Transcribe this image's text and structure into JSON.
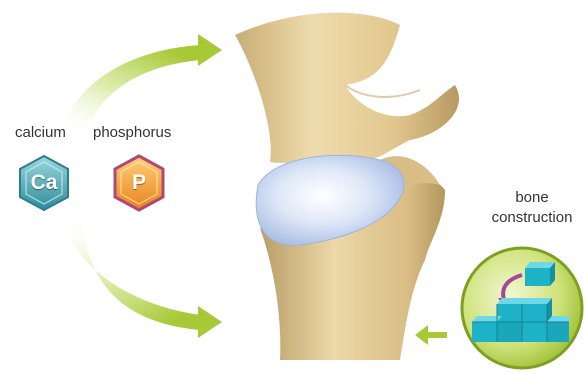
{
  "labels": {
    "calcium": "calcium",
    "phosphorus": "phosphorus",
    "bone_line1": "bone",
    "bone_line2": "construction"
  },
  "elements": {
    "calcium_symbol": "Ca",
    "phosphorus_symbol": "P"
  },
  "colors": {
    "arrow_green": "#a9cc3a",
    "calcium_hex": "#58b6bf",
    "phosphorus_hex": "#f09a2a",
    "phosphorus_hex_border": "#b0477a",
    "bone": "#e6cf9c",
    "cartilage": "#c8d8f2",
    "block": "#1eb2c8",
    "circle": "#b8d64a"
  },
  "icons": [
    "bone-joint-illustration",
    "cartilage-pad",
    "curved-arrow",
    "block-stack-icon"
  ]
}
